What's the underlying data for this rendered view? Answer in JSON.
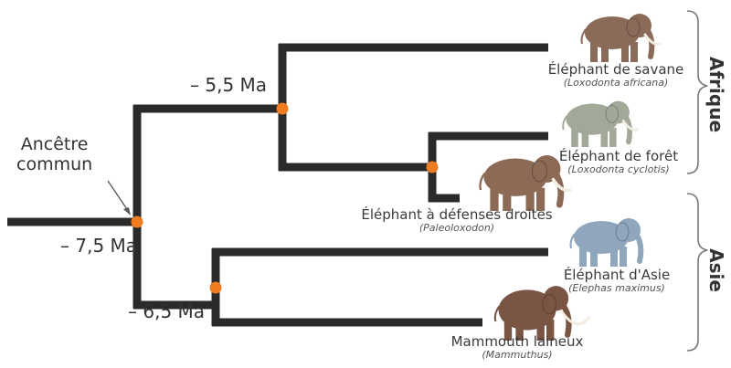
{
  "diagram": {
    "ancestor_label": [
      "Ancêtre",
      "commun"
    ],
    "ages": {
      "root": "– 7,5 Ma",
      "africa_split": "– 5,5 Ma",
      "asia_split": "– 6,5 Ma"
    },
    "regions": {
      "africa": "Afrique",
      "asia": "Asie"
    },
    "species": [
      {
        "name": "Éléphant de savane",
        "sci": "(Loxodonta africana)",
        "color": "#8a6a58"
      },
      {
        "name": "Éléphant de forêt",
        "sci": "(Loxodonta cyclotis)",
        "color": "#a3a998"
      },
      {
        "name": "Éléphant à défenses droites",
        "sci": "(Paleoloxodon)",
        "color": "#8c6a55"
      },
      {
        "name": "Éléphant d'Asie",
        "sci": "(Elephas maximus)",
        "color": "#8fa6bd"
      },
      {
        "name": "Mammouth laineux",
        "sci": "(Mammuthus)",
        "color": "#7a5544"
      }
    ],
    "colors": {
      "branch": "#2a2a2a",
      "node": "#f07c22",
      "bracket": "#777777"
    }
  }
}
